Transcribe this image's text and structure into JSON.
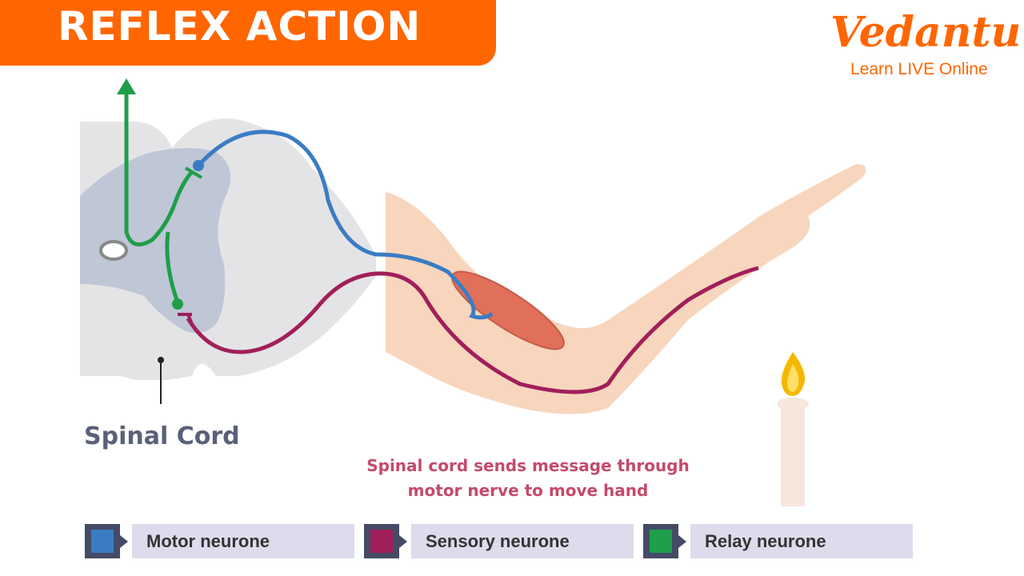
{
  "header": {
    "title": "REFLEX ACTION"
  },
  "logo": {
    "brand": "Vedantu",
    "tagline": "Learn LIVE Online"
  },
  "diagram": {
    "spinal_cord_label": "Spinal Cord",
    "caption_line1": "Spinal cord sends message through",
    "caption_line2": "motor nerve to move hand"
  },
  "legend": [
    {
      "label": "Motor neurone",
      "color": "#3a7cc4"
    },
    {
      "label": "Sensory neurone",
      "color": "#a11f5a"
    },
    {
      "label": "Relay neurone",
      "color": "#1f9e49"
    }
  ],
  "colors": {
    "brand": "#ff6600",
    "motor": "#3a7cc4",
    "sensory": "#a11f5a",
    "relay": "#1f9e49"
  }
}
